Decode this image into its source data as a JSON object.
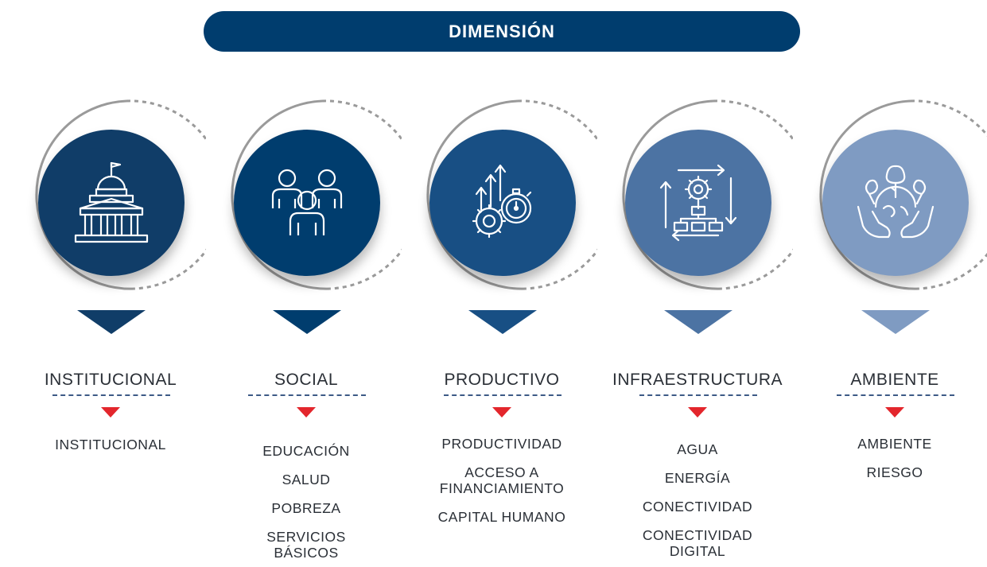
{
  "header": {
    "title": "DIMENSIÓN",
    "color": "#003d6e"
  },
  "dimensions": [
    {
      "title": "INSTITUCIONAL",
      "icon": "capitol-building-icon",
      "color": "#103d68",
      "items": [
        "INSTITUCIONAL"
      ]
    },
    {
      "title": "SOCIAL",
      "icon": "people-group-icon",
      "color": "#003d6e",
      "items": [
        "EDUCACIÓN",
        "SALUD",
        "POBREZA",
        "SERVICIOS BÁSICOS"
      ]
    },
    {
      "title": "PRODUCTIVO",
      "icon": "gears-growth-stopwatch-icon",
      "color": "#184f84",
      "items": [
        "PRODUCTIVIDAD",
        "ACCESO A FINANCIAMIENTO",
        "CAPITAL HUMANO"
      ]
    },
    {
      "title": "INFRAESTRUCTURA",
      "icon": "process-gear-hierarchy-icon",
      "color": "#4c73a3",
      "items": [
        "AGUA",
        "ENERGÍA",
        "CONECTIVIDAD",
        "CONECTIVIDAD DIGITAL"
      ]
    },
    {
      "title": "AMBIENTE",
      "icon": "hands-earth-trees-icon",
      "color": "#7f9bc2",
      "items": [
        "AMBIENTE",
        "RIESGO"
      ]
    }
  ]
}
